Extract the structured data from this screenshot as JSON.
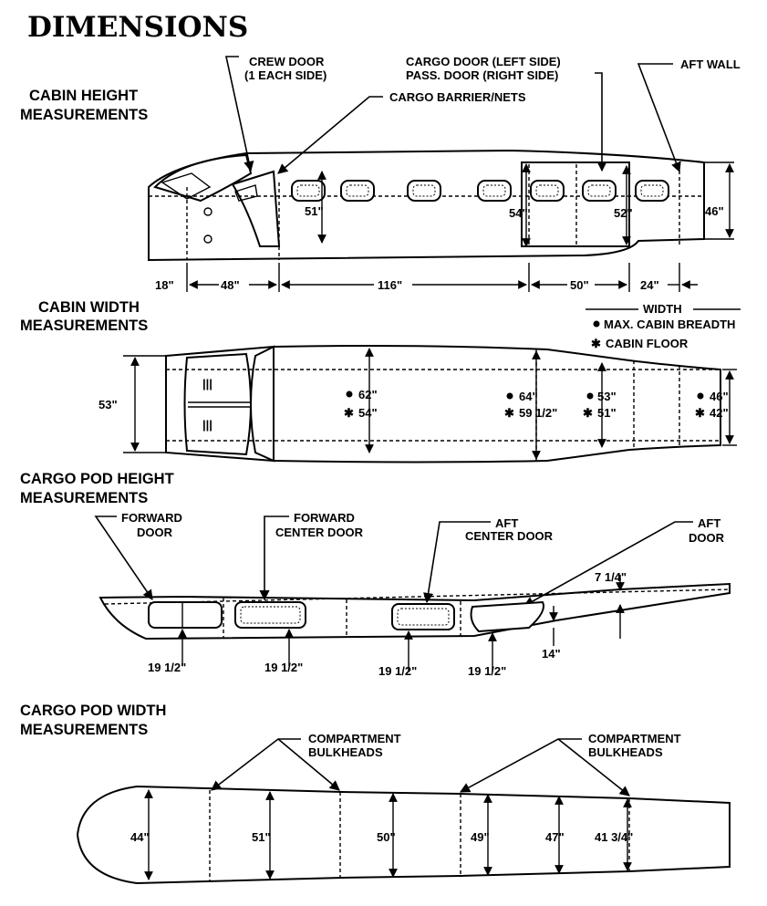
{
  "title": "DIMENSIONS",
  "cabin_height": {
    "heading_line1": "CABIN HEIGHT",
    "heading_line2": "MEASUREMENTS",
    "crew_door_line1": "CREW DOOR",
    "crew_door_line2": "(1 EACH SIDE)",
    "cargo_barrier": "CARGO BARRIER/NETS",
    "cargo_door_line1": "CARGO DOOR (LEFT SIDE)",
    "cargo_door_line2": "PASS. DOOR (RIGHT SIDE)",
    "aft_wall": "AFT WALL",
    "heights": [
      "51\"",
      "54\"",
      "52\"",
      "46\""
    ],
    "lengths": [
      "18\"",
      "48\"",
      "116\"",
      "50\"",
      "24\""
    ]
  },
  "cabin_width": {
    "heading_line1": "CABIN WIDTH",
    "heading_line2": "MEASUREMENTS",
    "legend_title": "WIDTH",
    "legend_max": "MAX. CABIN BREADTH",
    "legend_floor": "CABIN FLOOR",
    "overall": "53\"",
    "stations": [
      {
        "max": "62\"",
        "floor": "54\""
      },
      {
        "max": "64\"",
        "floor": "59 1/2\""
      },
      {
        "max": "53\"",
        "floor": "51\""
      },
      {
        "max": "46\"",
        "floor": "42\""
      }
    ]
  },
  "pod_height": {
    "heading_line1": "CARGO POD HEIGHT",
    "heading_line2": "MEASUREMENTS",
    "forward_door_line1": "FORWARD",
    "forward_door_line2": "DOOR",
    "fwd_center_line1": "FORWARD",
    "fwd_center_line2": "CENTER DOOR",
    "aft_center_line1": "AFT",
    "aft_center_line2": "CENTER DOOR",
    "aft_door_line1": "AFT",
    "aft_door_line2": "DOOR",
    "tail_height": "7 1/4\"",
    "aft_height": "14\"",
    "door_widths": [
      "19 1/2\"",
      "19 1/2\"",
      "19 1/2\"",
      "19 1/2\""
    ]
  },
  "pod_width": {
    "heading_line1": "CARGO POD WIDTH",
    "heading_line2": "MEASUREMENTS",
    "bulkheads_left_line1": "COMPARTMENT",
    "bulkheads_left_line2": "BULKHEADS",
    "bulkheads_right_line1": "COMPARTMENT",
    "bulkheads_right_line2": "BULKHEADS",
    "widths": [
      "44\"",
      "51\"",
      "50\"",
      "49\"",
      "47\"",
      "41 3/4\""
    ]
  }
}
